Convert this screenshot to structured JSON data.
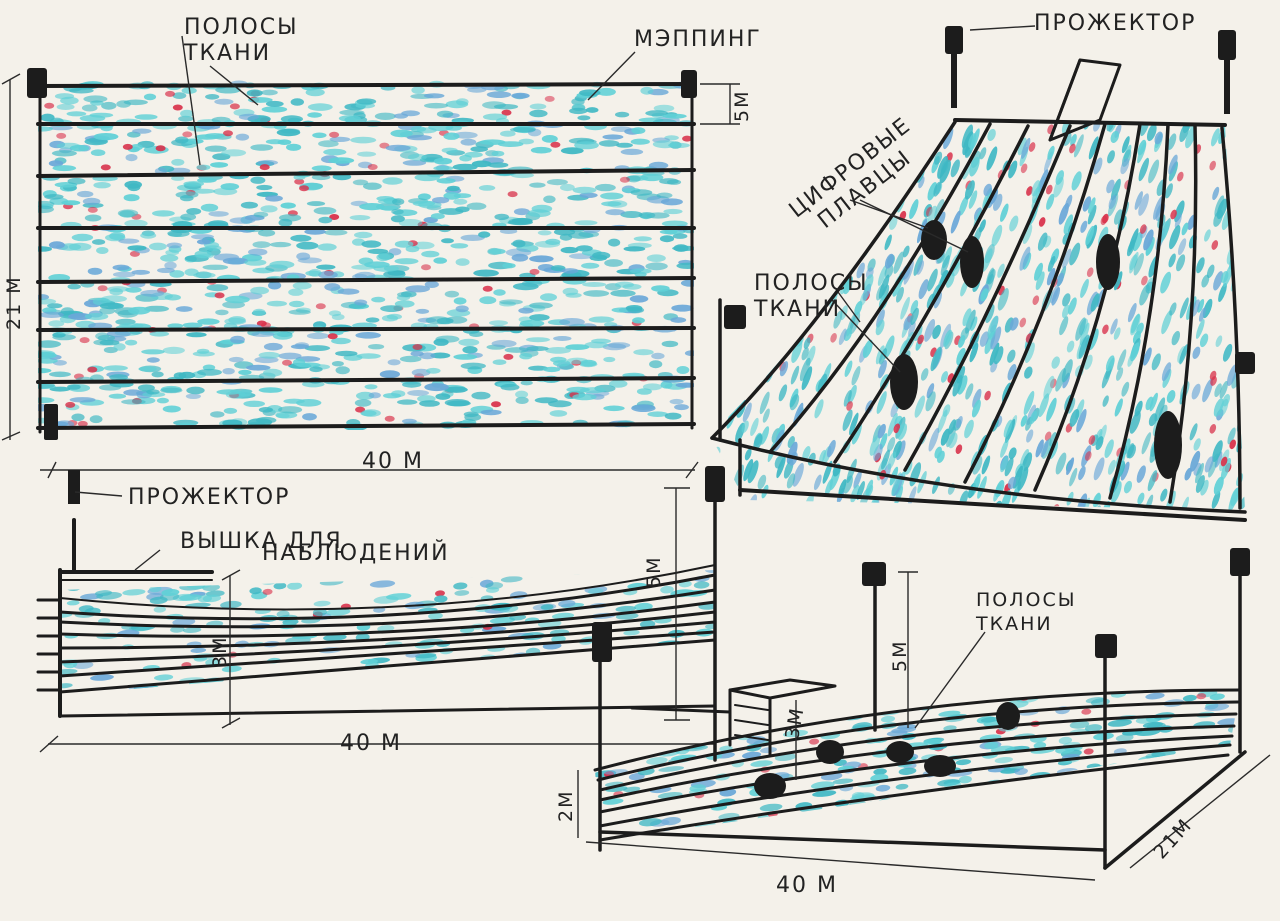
{
  "labels": {
    "top_left_fabric": [
      "ПОЛОСЫ",
      "ТКАНИ"
    ],
    "mapping": "МЭППИНГ",
    "dim_5m_top": "5М",
    "dim_21m_left": "21 М",
    "dim_40m_top": "40 М",
    "projector_mid": "ПРОЖЕКТОР",
    "tower": [
      "ВЫШКА ДЛЯ",
      "НАБЛЮДЕНИЙ"
    ],
    "dim_3m_side": "3М",
    "dim_5m_side": "5М",
    "dim_40m_side": "40 М",
    "projector_top": "ПРОЖЕКТОР",
    "digital_swimmers": [
      "ЦИФРОВЫЕ",
      "ПЛАВЦЫ"
    ],
    "persp_fabric": [
      "ПОЛОСЫ",
      "ТКАНИ"
    ],
    "iso_fabric": [
      "ПОЛОСЫ",
      "ТКАНИ"
    ],
    "dim_5m_iso": "5М",
    "dim_3m_iso": "3М",
    "dim_2m_iso": "2М",
    "dim_21m_iso": "21М",
    "dim_40m_iso": "40 М"
  },
  "colors": {
    "paper": "#f4f1ea",
    "ink": "#1c1c1c",
    "water_teal": "#3fb8c4",
    "water_cyan": "#5fd0d6",
    "water_blue": "#6aa8d8",
    "accent_red": "#d8304a"
  }
}
